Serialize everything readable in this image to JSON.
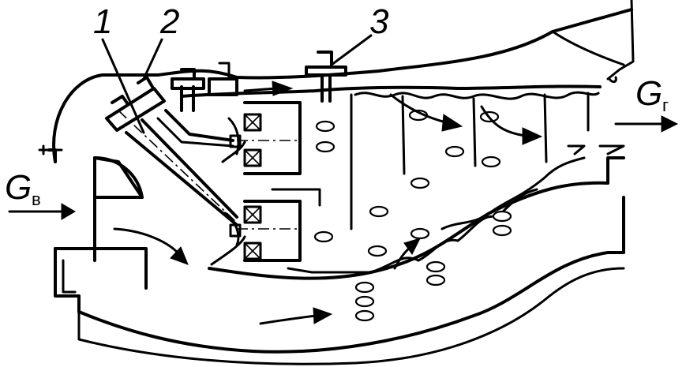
{
  "labels": {
    "callout_1": "1",
    "callout_2": "2",
    "callout_3": "3",
    "inlet_symbol": "G",
    "inlet_subscript": "в",
    "outlet_symbol": "G",
    "outlet_subscript": "г"
  },
  "colors": {
    "ink": "#000000",
    "background": "#ffffff"
  }
}
